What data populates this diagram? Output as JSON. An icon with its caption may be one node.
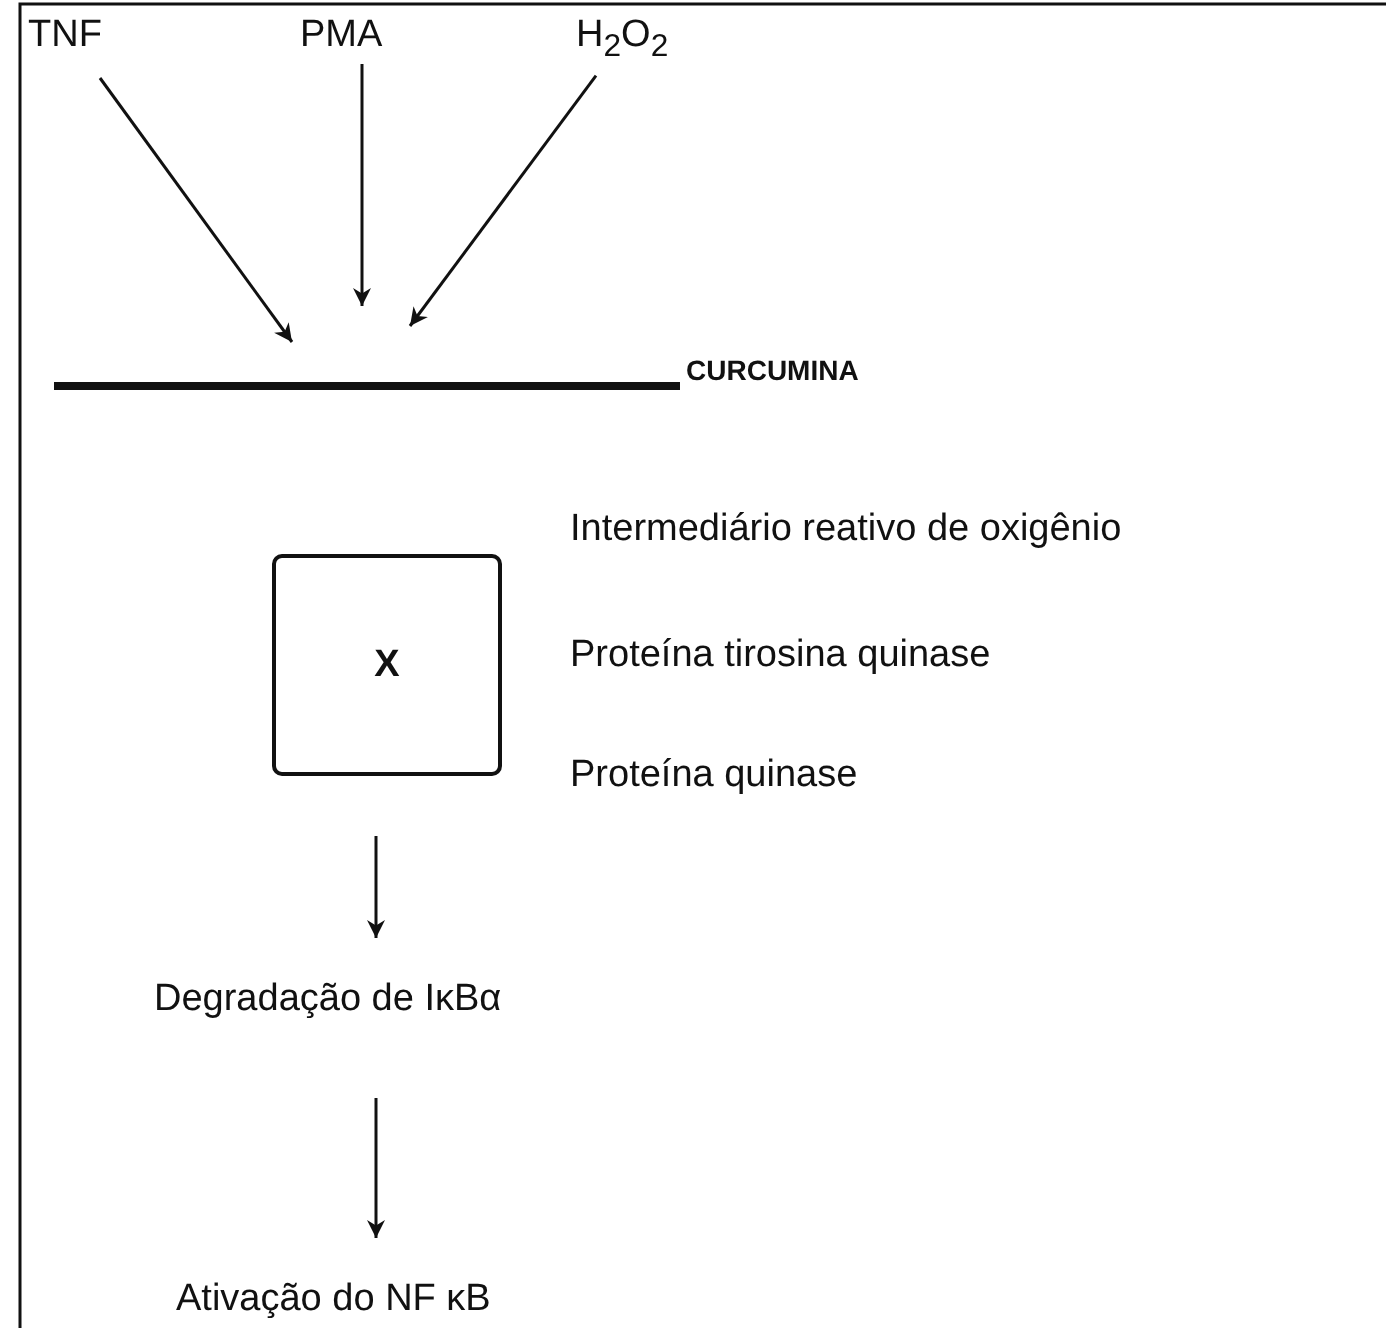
{
  "diagram": {
    "nodes": [
      {
        "text": [
          "TNF"
        ]
      },
      {
        "text": [
          "PMA"
        ]
      },
      {
        "text": [
          "H$_{2}$O$_{2}$"
        ]
      },
      {
        "text": [],
        "shape": "bar",
        "beside": [
          "CURCUMINA"
        ]
      },
      {
        "text": [
          "X"
        ],
        "beside": [
          "Intermediário reativo de oxigênio",
          "Proteína tirosina quinase",
          "Proteína quinase"
        ]
      },
      {
        "text": [
          "Degradação de IκBα"
        ]
      },
      {
        "text": [
          "Ativação do NF κB"
        ]
      }
    ],
    "edges": [
      {
        "from": 0,
        "to": 3,
        "arrow": "to"
      },
      {
        "from": 1,
        "to": 3,
        "arrow": "to"
      },
      {
        "from": 2,
        "to": 3,
        "arrow": "to"
      },
      {
        "from": 4,
        "to": 5,
        "arrow": "to"
      },
      {
        "from": 5,
        "to": 6,
        "arrow": "to"
      }
    ]
  }
}
